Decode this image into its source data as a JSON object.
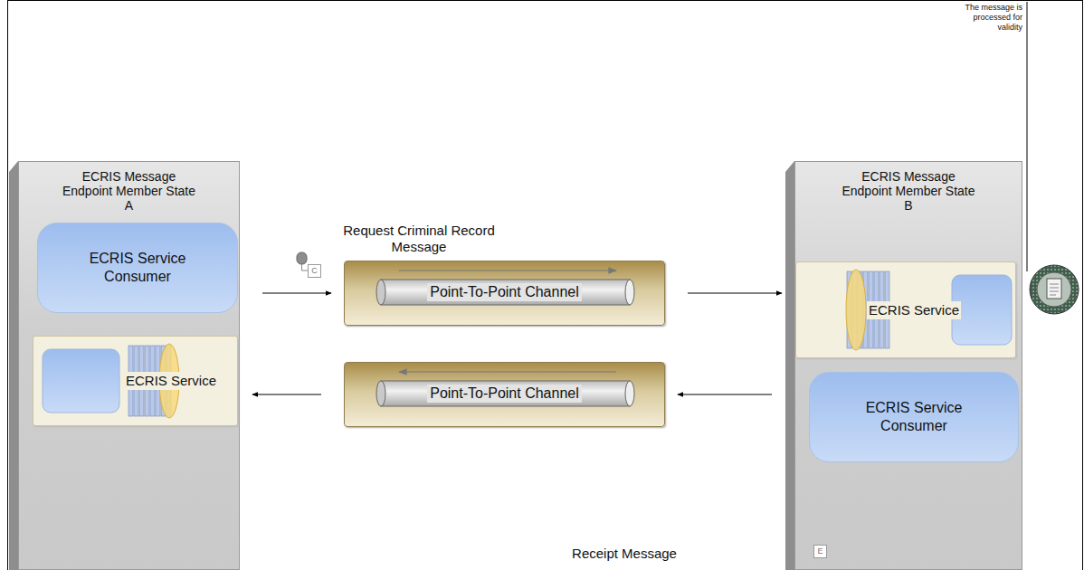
{
  "diagram": {
    "nodes": [
      {
        "text": [
          "ECRIS Message Endpoint Member State A"
        ]
      },
      {
        "text": [
          "ECRIS Service Consumer"
        ],
        "in": 0
      },
      {
        "text": [
          "ECRIS Service"
        ],
        "in": 0
      },
      {
        "text": [
          "Point-To-Point Channel"
        ]
      },
      {
        "text": [
          "Point-To-Point Channel"
        ]
      },
      {
        "text": [
          "ECRIS Message Endpoint Member State B"
        ]
      },
      {
        "text": [
          "ECRIS Service"
        ],
        "in": 5
      },
      {
        "text": [
          "ECRIS Service Consumer"
        ],
        "in": 5
      }
    ],
    "edges": [
      {
        "from": 0,
        "to": 3,
        "arrow": "to"
      },
      {
        "from": 3,
        "to": 5,
        "arrow": "to"
      },
      {
        "from": 5,
        "to": 4,
        "arrow": "to"
      },
      {
        "from": 4,
        "to": 0,
        "arrow": "to"
      }
    ],
    "labels": [
      "The message is processed for validity",
      "Request Criminal Record Message",
      "C",
      "E",
      "Receipt Message"
    ]
  }
}
